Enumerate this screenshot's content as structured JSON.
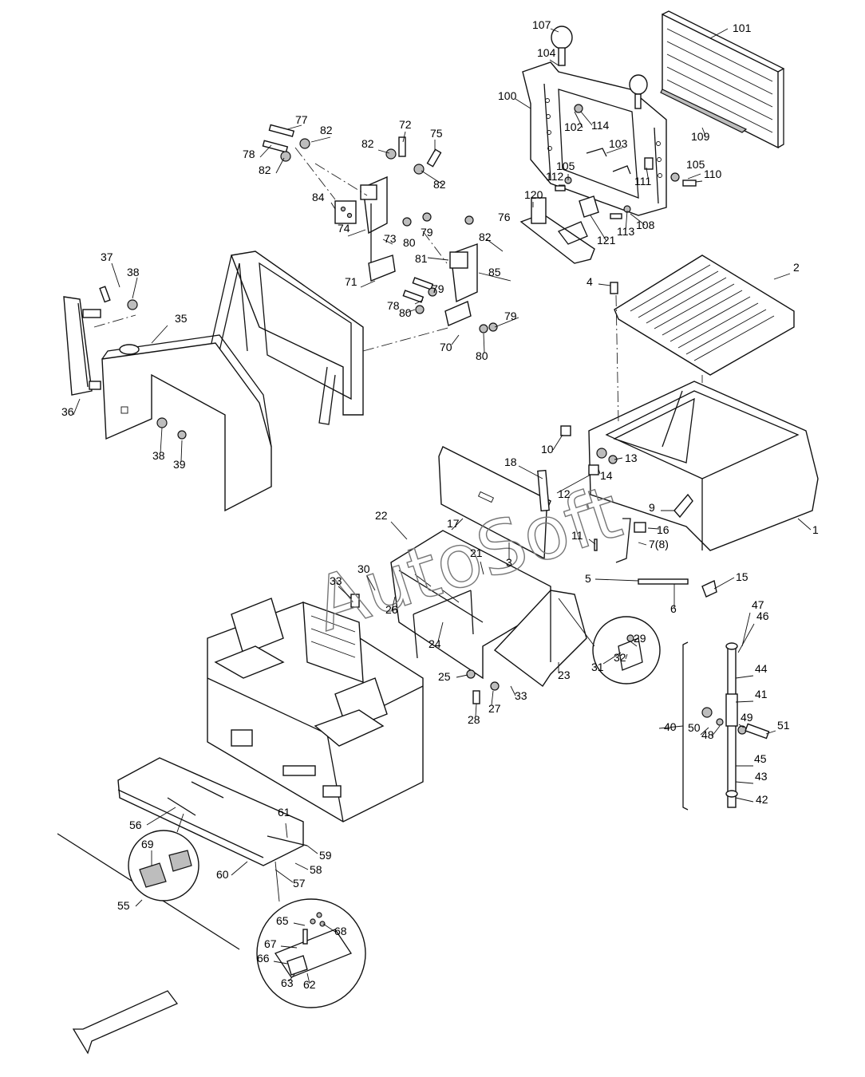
{
  "watermark": "AutoSoft",
  "callouts": [
    "107",
    "104",
    "101",
    "100",
    "102",
    "114",
    "109",
    "103",
    "105",
    "112",
    "111",
    "105",
    "110",
    "120",
    "121",
    "113",
    "108",
    "77",
    "82",
    "72",
    "75",
    "78",
    "82",
    "82",
    "82",
    "84",
    "74",
    "73",
    "80",
    "79",
    "76",
    "82",
    "81",
    "79",
    "85",
    "71",
    "78",
    "80",
    "79",
    "70",
    "80",
    "37",
    "38",
    "35",
    "36",
    "38",
    "39",
    "4",
    "2",
    "10",
    "13",
    "14",
    "12",
    "18",
    "17",
    "3",
    "22",
    "21",
    "9",
    "16",
    "11",
    "7(8)",
    "1",
    "5",
    "15",
    "6",
    "33",
    "30",
    "26",
    "24",
    "31",
    "29",
    "32",
    "25",
    "27",
    "33",
    "23",
    "28",
    "47",
    "46",
    "44",
    "41",
    "40",
    "50",
    "48",
    "49",
    "51",
    "45",
    "43",
    "42",
    "56",
    "61",
    "69",
    "59",
    "58",
    "60",
    "57",
    "55",
    "65",
    "68",
    "67",
    "66",
    "63",
    "62"
  ]
}
